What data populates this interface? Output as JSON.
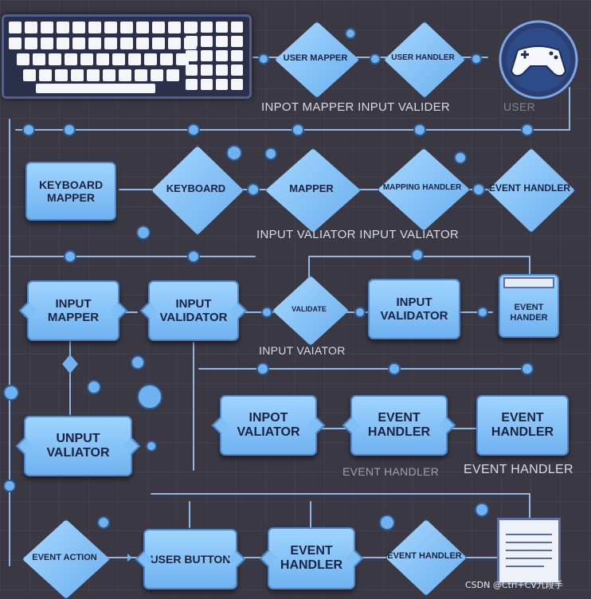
{
  "nodes": [
    {
      "id": "user-diamond",
      "shape": "diamond",
      "text": "USER MAPPER"
    },
    {
      "id": "user-handler-diamond",
      "shape": "diamond",
      "text": "USER HANDLER"
    },
    {
      "id": "keyboard-mapper-box",
      "shape": "box",
      "text": "KEYBOARD MAPPER"
    },
    {
      "id": "keyboard-diamond",
      "shape": "diamond",
      "text": "KEYBOARD"
    },
    {
      "id": "mapper-diamond",
      "shape": "diamond",
      "text": "MAPPER"
    },
    {
      "id": "mapping-diamond",
      "shape": "diamond",
      "text": "MAPPING HANDLER"
    },
    {
      "id": "event-diamond-top",
      "shape": "diamond",
      "text": "EVENT HANDLER"
    },
    {
      "id": "input-mapper-box",
      "shape": "box",
      "text": "INPUT MAPPER"
    },
    {
      "id": "input-validator-box-1",
      "shape": "box",
      "text": "INPUT VALIDATOR"
    },
    {
      "id": "small-diamond",
      "shape": "diamond",
      "text": "VALIDATE"
    },
    {
      "id": "input-validator-box-2",
      "shape": "box",
      "text": "INPUT VALIDATOR"
    },
    {
      "id": "event-handler-panel",
      "shape": "panel",
      "text": "EVENT HANDER"
    },
    {
      "id": "unput-valiator-box",
      "shape": "box",
      "text": "UNPUT VALIATOR"
    },
    {
      "id": "inpot-valiator-box",
      "shape": "box",
      "text": "INPOT VALIATOR"
    },
    {
      "id": "event-handler-box-1",
      "shape": "box",
      "text": "EVENT HANDLER"
    },
    {
      "id": "event-handler-box-2",
      "shape": "box",
      "text": "EVENT HANDLER"
    },
    {
      "id": "event-action-diamond",
      "shape": "diamond",
      "text": "EVENT ACTION"
    },
    {
      "id": "user-button-box",
      "shape": "box",
      "text": "USER BUTTON"
    },
    {
      "id": "event-handler-box-3",
      "shape": "box",
      "text": "EVENT HANDLER"
    },
    {
      "id": "event-handler-diamond-bottom",
      "shape": "diamond",
      "text": "EVENT HANDLER"
    }
  ],
  "labels": {
    "top": "INPOT MAPPER INPUT VALIDER",
    "top_right": "USER",
    "mid": "INPUT VALIATOR INPUT VALIATOR",
    "lower_mid": "INPUT VAIATOR",
    "event_small": "EVENT HANDLER",
    "event_large": "EVENT HANDLER",
    "watermark": "CSDN @Ctrl+CV九段手"
  },
  "icons": [
    "keyboard-icon",
    "gamepad-icon",
    "document-icon",
    "window-icon"
  ],
  "colors": {
    "background": "#3a3843",
    "node_fill": "#8ac7fb",
    "node_border": "#4f86c9",
    "wire": "#8fb9e6",
    "connector": "#6fb2f0"
  }
}
